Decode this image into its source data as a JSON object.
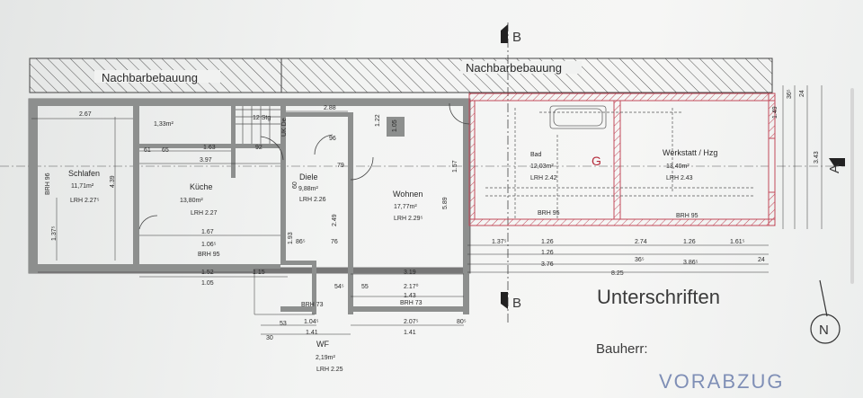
{
  "labels": {
    "neighbour_left": "Nachbarbebauung",
    "neighbour_right": "Nachbarbebauung",
    "section_top": "B",
    "section_bottom": "B",
    "section_right": "A",
    "signatures": "Unterschriften",
    "client": "Bauherr:",
    "stamp": "VORABZUG"
  },
  "rooms": {
    "schlafen": {
      "name": "Schlafen",
      "area": "11,71m²",
      "lrh": "LRH 2.27⁵"
    },
    "kueche": {
      "name": "Küche",
      "area": "13,80m²",
      "lrh": "LRH 2.27"
    },
    "diele": {
      "name": "Diele",
      "area": "9,88m²",
      "lrh": "LRH 2.26"
    },
    "wohnen": {
      "name": "Wohnen",
      "area": "17,77m²",
      "lrh": "LRH 2.29⁵"
    },
    "bad": {
      "name": "Bad",
      "area": "12,03m²",
      "lrh": "LRH 2.42"
    },
    "werkstatt": {
      "name": "Werkstatt / Hzg",
      "area": "13,40m²",
      "lrh": "LRH 2.43"
    },
    "wf": {
      "name": "WF",
      "area": "2,19m²",
      "lrh": "LRH 2.25"
    }
  },
  "small": {
    "wc_area": "1,33m²",
    "uk_de": "UK De",
    "stairs": "12 Stg",
    "brh_96": "BRH 96",
    "brh_95": "BRH 95",
    "brh_73": "BRH 73",
    "brh_95b": "BRH 95",
    "brh_95c": "BRH 95",
    "brh_73b": "BRH 73"
  },
  "dims": {
    "d_267": "2.67",
    "d_288": "2.88",
    "d_163": "1.63",
    "d_397": "3.97",
    "d_167": "1.67",
    "d_106": "1.06⁵",
    "d_152": "1.52",
    "d_105": "1.05",
    "d_115": "1.15",
    "d_319": "3.19",
    "d_217": "2.17⁰",
    "d_143": "1.43",
    "d_207": "2.07⁵",
    "d_141a": "1.41",
    "d_141b": "1.41",
    "d_104": "1.04⁵",
    "d_30": "30",
    "d_53": "53",
    "d_80": "80⁵",
    "d_55": "55",
    "d_54": "54⁵",
    "d_137": "1.37⁵",
    "d_126a": "1.26",
    "d_126b": "1.26",
    "d_274": "2.74",
    "d_126c": "1.26",
    "d_161": "1.61⁵",
    "d_376": "3.76",
    "d_36": "36⁵",
    "d_386": "3.86⁵",
    "d_24": "24",
    "d_825": "8.25",
    "v_439": "4.39",
    "v_137": "1.37⁵",
    "v_249": "2.49",
    "v_589": "5.89",
    "v_157": "1.57",
    "v_193": "1.93",
    "v_149": "1.49",
    "v_343": "3.43",
    "v_36": "36⁵",
    "v_24": "24",
    "v_61": "61",
    "v_65": "65",
    "v_92": "92",
    "v_79": "79",
    "v_60": "60",
    "v_76": "76",
    "v_86": "86⁵",
    "v_96": "96",
    "v_122": "1.22",
    "v_105": "1.05"
  }
}
